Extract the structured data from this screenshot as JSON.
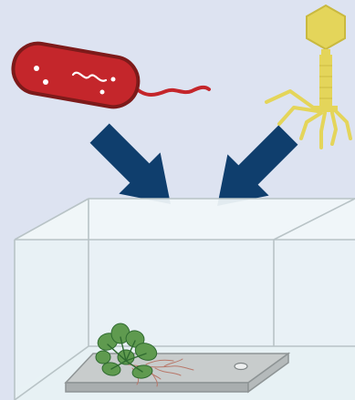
{
  "figure": {
    "elements": [
      {
        "name": "bacterium",
        "icon": "bacterium-icon",
        "color": "#c4262b",
        "outline": "#7d1a1a",
        "spot_color": "#ffffff"
      },
      {
        "name": "bacteriophage",
        "icon": "bacteriophage-icon",
        "color": "#e4d55a",
        "outline": "#c9b93f"
      },
      {
        "name": "arrows",
        "icon": "arrow-icon",
        "color": "#0f3e6d",
        "count": 2
      },
      {
        "name": "growth-chamber",
        "icon": "clear-box-icon",
        "fill": "#e9f3f5",
        "edge": "#b8c3c6"
      },
      {
        "name": "agar-plate",
        "icon": "plate-icon",
        "fill": "#c8cccc",
        "edge": "#8e9495"
      },
      {
        "name": "seedling",
        "icon": "plant-icon",
        "leaf_color": "#5f9a4f",
        "vein_color": "#2f6a30",
        "root_color": "#b8786a"
      }
    ]
  }
}
